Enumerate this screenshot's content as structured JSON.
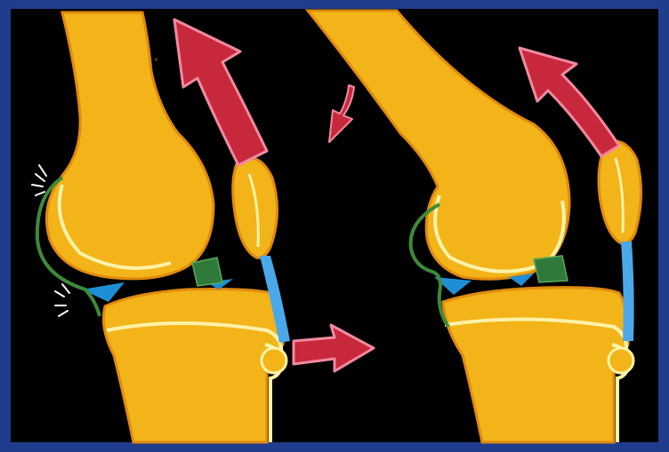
{
  "figure": {
    "panels": [
      {
        "name": "left-knee",
        "state": "extended with anterior impingement"
      },
      {
        "name": "right-knee",
        "state": "flexed"
      }
    ],
    "colors": {
      "frame": "#1f3d8c",
      "background": "#000000",
      "bone": "#f2b418",
      "bone_edge": "#e08a10",
      "cartilage_line": "#fff2a8",
      "tendon": "#4aa8e8",
      "meniscus": "#1e8fd6",
      "ligament": "#2f7a3a",
      "capsule": "#3d8a3a",
      "arrow_fill": "#c8283c",
      "arrow_edge": "#f08aa0",
      "impact_marks": "#ffffff"
    },
    "icons": [
      "large-up-arrow",
      "small-curved-arrow",
      "right-arrow",
      "up-arrow",
      "impact-sparks"
    ]
  }
}
